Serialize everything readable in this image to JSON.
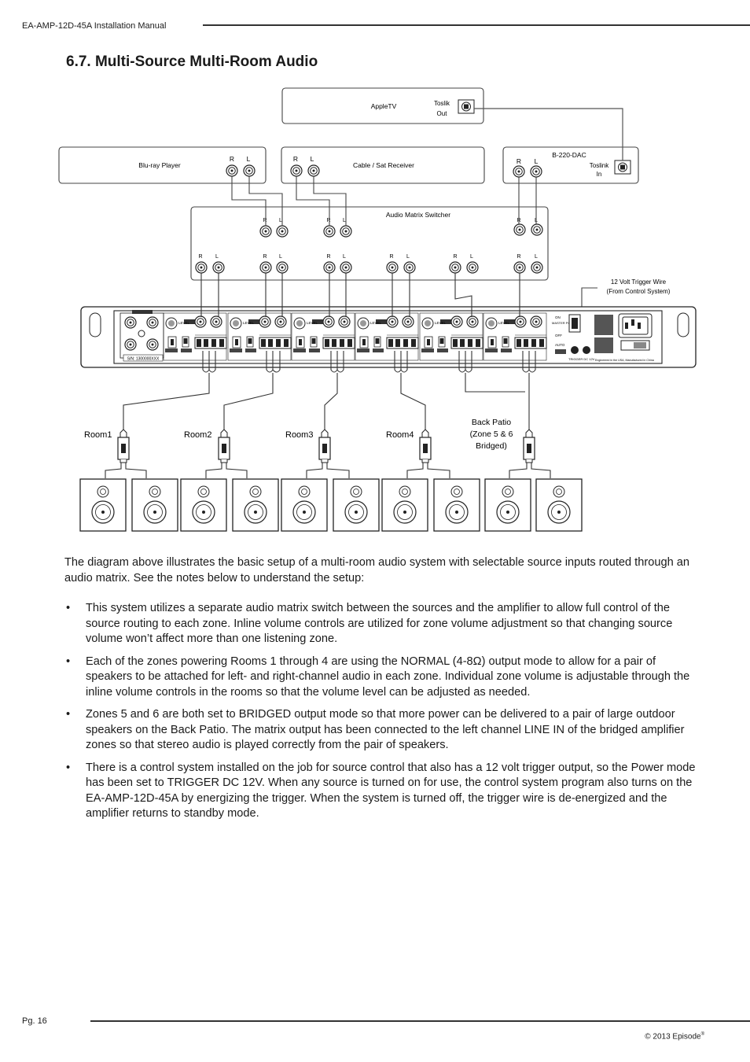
{
  "header": {
    "manual_title": "EA-AMP-12D-45A Installation Manual"
  },
  "section": {
    "title": "6.7. Multi-Source Multi-Room Audio"
  },
  "diagram": {
    "appletv": {
      "label": "AppleTV",
      "toslink_out": [
        "Toslik",
        "Out"
      ]
    },
    "bluray": {
      "label": "Blu-ray Player",
      "r": "R",
      "l": "L"
    },
    "cable": {
      "label": "Cable / Sat Receiver",
      "r": "R",
      "l": "L"
    },
    "dac": {
      "label": "B-220-DAC",
      "r": "R",
      "l": "L",
      "toslink_in": [
        "Toslink",
        "In"
      ]
    },
    "matrix": {
      "label": "Audio Matrix Switcher",
      "r": "R",
      "l": "L"
    },
    "trigger_note": [
      "12 Volt Trigger Wire",
      "(From Control System)"
    ],
    "amp": {
      "level": "LEVEL",
      "serial": "S/N: 1300000XXX",
      "trigger_label": "TRIGGER DC 12V",
      "on": "ON",
      "off": "OFF",
      "auto": "AUTO",
      "master_power": "MASTER POWER",
      "origin": "Engineered in the USA, Manufactured in China"
    },
    "rooms": [
      "Room1",
      "Room2",
      "Room3",
      "Room4"
    ],
    "back_patio": [
      "Back Patio",
      "(Zone 5 & 6",
      "Bridged)"
    ]
  },
  "body": {
    "intro": "The diagram above illustrates the basic setup of a multi-room audio system with selectable source inputs routed through an audio matrix.  See the notes below to understand the setup:",
    "bullet_char": "•",
    "bullets": [
      "This system utilizes a separate audio matrix switch between the sources and the amplifier to allow full control of the source routing to each zone.  Inline volume controls are utilized for zone volume adjustment so that changing source volume won’t affect more than one listening zone.",
      "Each of the zones powering Rooms 1 through 4 are using the NORMAL (4-8Ω) output mode to allow for a pair of speakers to be attached for left- and right-channel audio in each zone.  Individual zone volume is adjustable through the inline volume controls in the rooms so that the volume level can be adjusted as needed.",
      "Zones 5 and 6 are both set to BRIDGED output mode so that more power can be delivered to a pair of large outdoor speakers on the Back Patio.  The matrix output has been connected to the left channel LINE IN of the bridged amplifier zones so that stereo audio is played correctly from the pair of speakers.",
      "There is a control system installed on the job for source control that also has a 12 volt trigger output, so the Power mode has been set to TRIGGER DC 12V.  When any source is turned on for use, the control system program also turns on the EA-AMP-12D-45A by energizing the trigger.  When the system is turned off, the trigger wire is de-energized and the amplifier returns to standby mode."
    ]
  },
  "footer": {
    "page": "Pg. 16",
    "copyright": "© 2013 Episode",
    "reg": "®"
  }
}
